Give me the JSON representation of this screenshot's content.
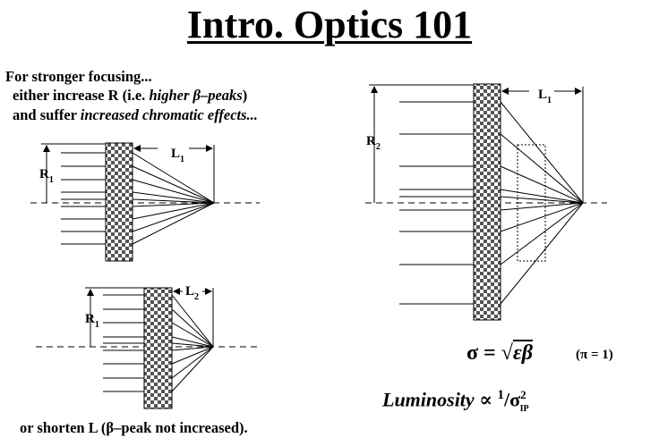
{
  "title": "Intro. Optics 101",
  "notes": {
    "line1": "For stronger focusing...",
    "line2_pre": "either increase R (i.e. ",
    "line2_italic": "higher β–peaks",
    "line2_post": ")",
    "line3_pre": "and suffer ",
    "line3_italic": "increased chromatic effects...",
    "bottom": "or shorten L (β–peak not increased)."
  },
  "labels": {
    "r1_main": "R",
    "r1_sub": "1",
    "l1_main": "L",
    "l1_sub": "1",
    "r1b_main": "R",
    "r1b_sub": "1",
    "l2_main": "L",
    "l2_sub": "2",
    "r2_main": "R",
    "r2_sub": "2",
    "l1r_main": "L",
    "l1r_sub": "1"
  },
  "formulas": {
    "sigma_lhs": "σ = √",
    "sigma_rhs": "εβ",
    "pi": "(π = 1)",
    "lum_text": "Luminosity ∝ ",
    "lum_num": "1",
    "lum_den": "σ",
    "lum_den_sup": "2",
    "lum_den_sub": "IP"
  },
  "colors": {
    "lens_fill": "#8a8a8a",
    "ink": "#000000"
  }
}
